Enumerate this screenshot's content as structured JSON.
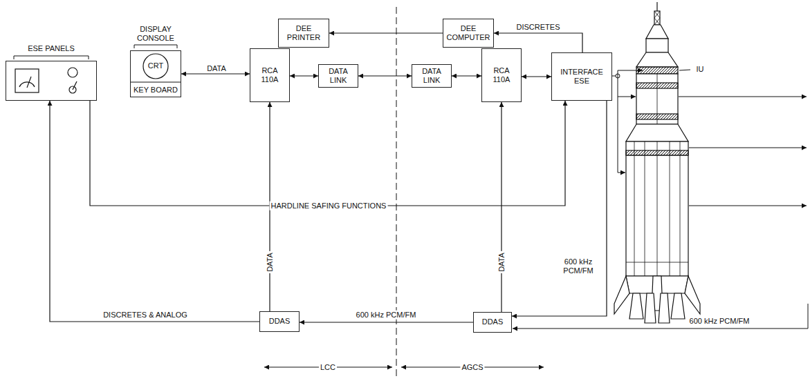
{
  "diagram": {
    "nodes": [
      {
        "text": [
          "DEE PRINTER"
        ]
      },
      {
        "text": [
          "DEE COMPUTER"
        ]
      },
      {
        "text": [
          "ESE PANELS"
        ]
      },
      {
        "text": [
          "DISPLAY CONSOLE",
          "CRT",
          "KEY BOARD"
        ]
      },
      {
        "text": [
          "RCA 110A"
        ]
      },
      {
        "text": [
          "DATA LINK"
        ]
      },
      {
        "text": [
          "DATA LINK"
        ]
      },
      {
        "text": [
          "RCA 110A"
        ]
      },
      {
        "text": [
          "INTERFACE ESE"
        ]
      },
      {
        "text": [
          "DDAS"
        ]
      },
      {
        "text": [
          "DDAS"
        ]
      }
    ],
    "edges": [
      {
        "from": 3,
        "to": 4,
        "label": "DATA",
        "arrow": "both"
      },
      {
        "from": 4,
        "to": 5,
        "arrow": "both"
      },
      {
        "from": 5,
        "to": 6,
        "arrow": "both"
      },
      {
        "from": 6,
        "to": 7,
        "arrow": "both"
      },
      {
        "from": 7,
        "to": 8,
        "arrow": "both"
      },
      {
        "from": 1,
        "to": 0,
        "arrow": "to"
      },
      {
        "from": 8,
        "to": 1,
        "label": "DISCRETES",
        "arrow": "to"
      },
      {
        "from": 2,
        "to": 8,
        "label": "HARDLINE SAFING FUNCTIONS",
        "arrow": "to"
      },
      {
        "from": 9,
        "to": 4,
        "label": "DATA",
        "arrow": "to"
      },
      {
        "from": 10,
        "to": 7,
        "label": "DATA",
        "arrow": "to"
      },
      {
        "from": 10,
        "to": 9,
        "label": "600 kHz PCM/FM",
        "arrow": "to"
      },
      {
        "from": 9,
        "to": 2,
        "label": "DISCRETES & ANALOG",
        "arrow": "to"
      },
      {
        "from": 8,
        "to": 10,
        "label": "600 kHz PCM/FM",
        "arrow": "to"
      }
    ],
    "labels": [
      "IU",
      "600 kHz PCM/FM",
      "LCC",
      "AGCS"
    ]
  }
}
